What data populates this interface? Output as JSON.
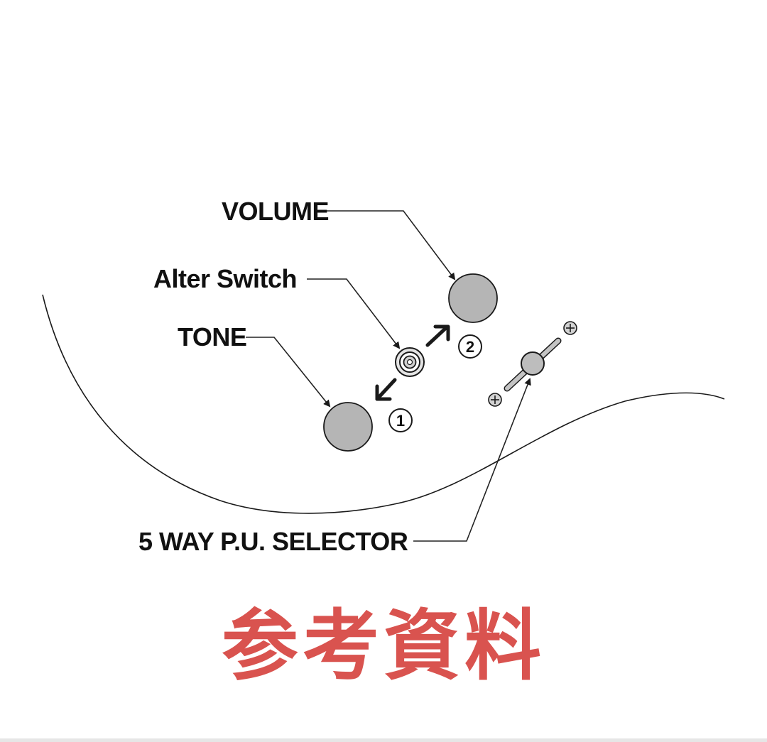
{
  "labels": {
    "volume": "VOLUME",
    "alter_switch": "Alter Switch",
    "tone": "TONE",
    "selector": "5 WAY P.U. SELECTOR"
  },
  "positions": {
    "one": "1",
    "two": "2"
  },
  "stamp": {
    "text": "参考資料",
    "color": "#d9534f"
  }
}
